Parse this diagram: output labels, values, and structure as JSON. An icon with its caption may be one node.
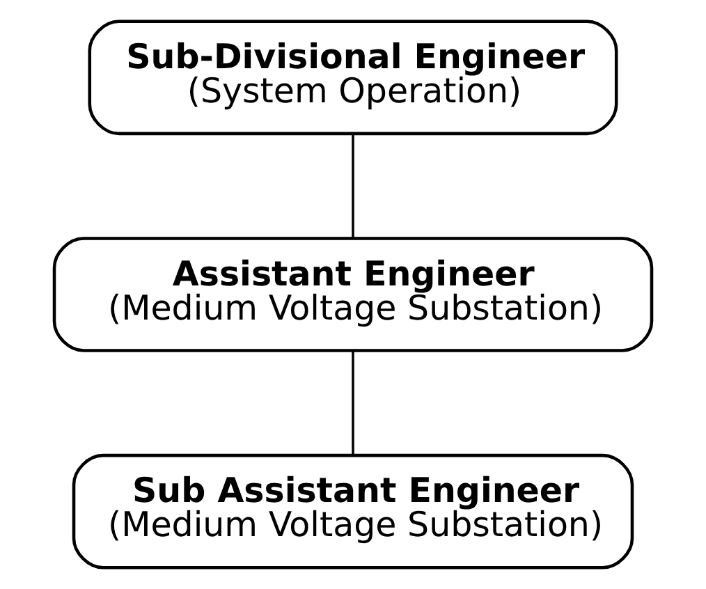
{
  "diagram": {
    "nodes": [
      {
        "text": [
          "Sub-Divisional Engineer",
          "(System Operation)"
        ]
      },
      {
        "text": [
          "Assistant Engineer",
          "(Medium Voltage Substation)"
        ]
      },
      {
        "text": [
          "Sub Assistant Engineer",
          "(Medium Voltage Substation)"
        ]
      }
    ],
    "edges": [
      {
        "from": 0,
        "to": 1,
        "arrow": "none"
      },
      {
        "from": 1,
        "to": 2,
        "arrow": "none"
      }
    ]
  }
}
